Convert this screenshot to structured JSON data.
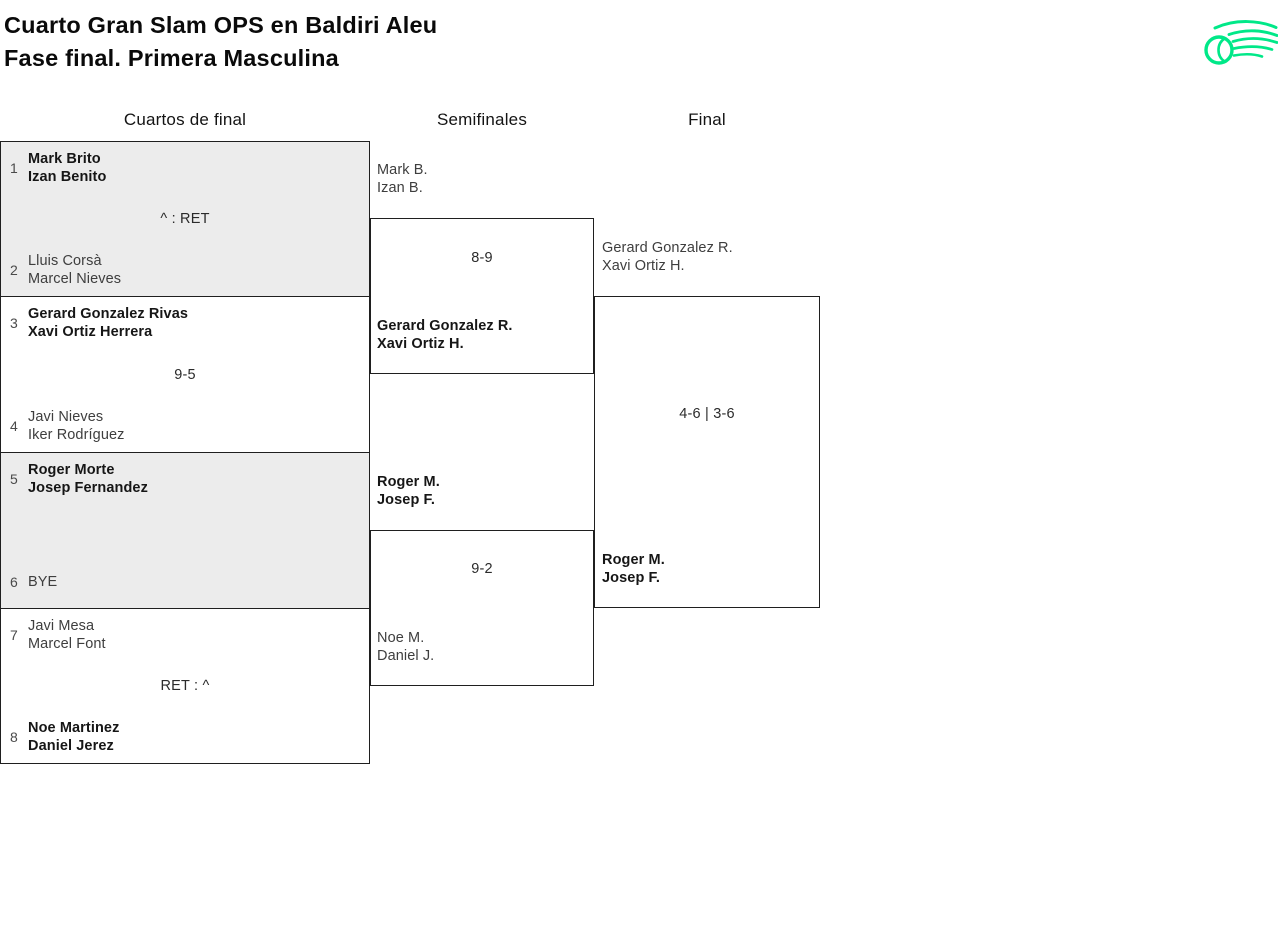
{
  "page": {
    "title_line1": "Cuarto Gran Slam OPS en Baldiri Aleu",
    "title_line2": "Fase final. Primera Masculina"
  },
  "logo": {
    "name": "tennis-ball-swoosh",
    "color": "#00E888"
  },
  "colors": {
    "accent_green": "#00E888",
    "shaded_match_bg": "#ececec",
    "bracket_border": "#1f1f1f"
  },
  "columns": {
    "quarterfinals_label": "Cuartos de final",
    "semifinals_label": "Semifinales",
    "final_label": "Final"
  },
  "quarterfinals": [
    {
      "seed_top": "1",
      "team_top": [
        "Mark Brito",
        "Izan Benito"
      ],
      "team_top_winner": true,
      "score": "^ : RET",
      "seed_bottom": "2",
      "team_bottom": [
        "Lluis Corsà",
        "Marcel Nieves"
      ],
      "team_bottom_winner": false
    },
    {
      "seed_top": "3",
      "team_top": [
        "Gerard Gonzalez Rivas",
        "Xavi Ortiz Herrera"
      ],
      "team_top_winner": true,
      "score": "9-5",
      "seed_bottom": "4",
      "team_bottom": [
        "Javi Nieves",
        "Iker Rodríguez"
      ],
      "team_bottom_winner": false
    },
    {
      "seed_top": "5",
      "team_top": [
        "Roger Morte",
        "Josep Fernandez"
      ],
      "team_top_winner": true,
      "score": "",
      "seed_bottom": "6",
      "team_bottom": [
        "BYE"
      ],
      "team_bottom_winner": false
    },
    {
      "seed_top": "7",
      "team_top": [
        "Javi Mesa",
        "Marcel Font"
      ],
      "team_top_winner": false,
      "score": "RET : ^",
      "seed_bottom": "8",
      "team_bottom": [
        "Noe Martinez",
        "Daniel Jerez"
      ],
      "team_bottom_winner": true
    }
  ],
  "semifinals": [
    {
      "team_top": [
        "Mark B.",
        "Izan B."
      ],
      "team_top_winner": false,
      "score": "8-9",
      "team_bottom": [
        "Gerard Gonzalez R.",
        "Xavi Ortiz H."
      ],
      "team_bottom_winner": true
    },
    {
      "team_top": [
        "Roger M.",
        "Josep F."
      ],
      "team_top_winner": true,
      "score": "9-2",
      "team_bottom": [
        "Noe M.",
        "Daniel J."
      ],
      "team_bottom_winner": false
    }
  ],
  "final": {
    "team_top": [
      "Gerard Gonzalez R.",
      "Xavi Ortiz H."
    ],
    "team_top_winner": false,
    "score": "4-6 | 3-6",
    "team_bottom": [
      "Roger M.",
      "Josep F."
    ],
    "team_bottom_winner": true
  }
}
